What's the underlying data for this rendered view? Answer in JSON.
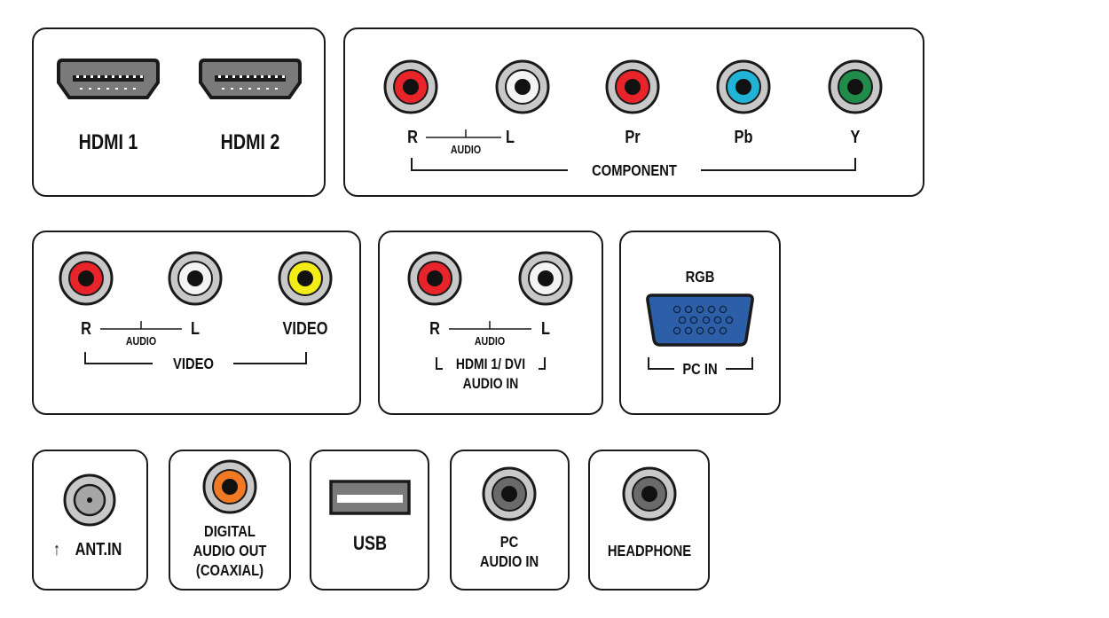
{
  "colors": {
    "red": "#e8232a",
    "white": "#f4f4f4",
    "blue": "#1fb3d6",
    "green": "#1f8c4a",
    "yellow": "#f4ec16",
    "orange": "#f07a24",
    "vga_blue": "#2c5fa8",
    "panel_border": "#1a1a1a"
  },
  "hdmi_panel": {
    "port1_label": "HDMI 1",
    "port2_label": "HDMI 2"
  },
  "component_panel": {
    "r_label": "R",
    "audio_label": "AUDIO",
    "l_label": "L",
    "pr_label": "Pr",
    "pb_label": "Pb",
    "y_label": "Y",
    "group_label": "COMPONENT"
  },
  "video_panel": {
    "r_label": "R",
    "audio_label": "AUDIO",
    "l_label": "L",
    "video_jack_label": "VIDEO",
    "group_label": "VIDEO"
  },
  "hdmi_dvi_panel": {
    "r_label": "R",
    "audio_label": "AUDIO",
    "l_label": "L",
    "group_label": "HDMI 1/ DVI",
    "sub_label": "AUDIO IN"
  },
  "pc_in_panel": {
    "top_label": "RGB",
    "group_label": "PC IN"
  },
  "antenna_panel": {
    "arrow": "↑",
    "label": "ANT.IN"
  },
  "digital_audio_panel": {
    "line1": "DIGITAL",
    "line2": "AUDIO OUT",
    "line3": "(COAXIAL)"
  },
  "usb_panel": {
    "label": "USB"
  },
  "pc_audio_panel": {
    "line1": "PC",
    "line2": "AUDIO IN"
  },
  "headphone_panel": {
    "label": "HEADPHONE"
  }
}
